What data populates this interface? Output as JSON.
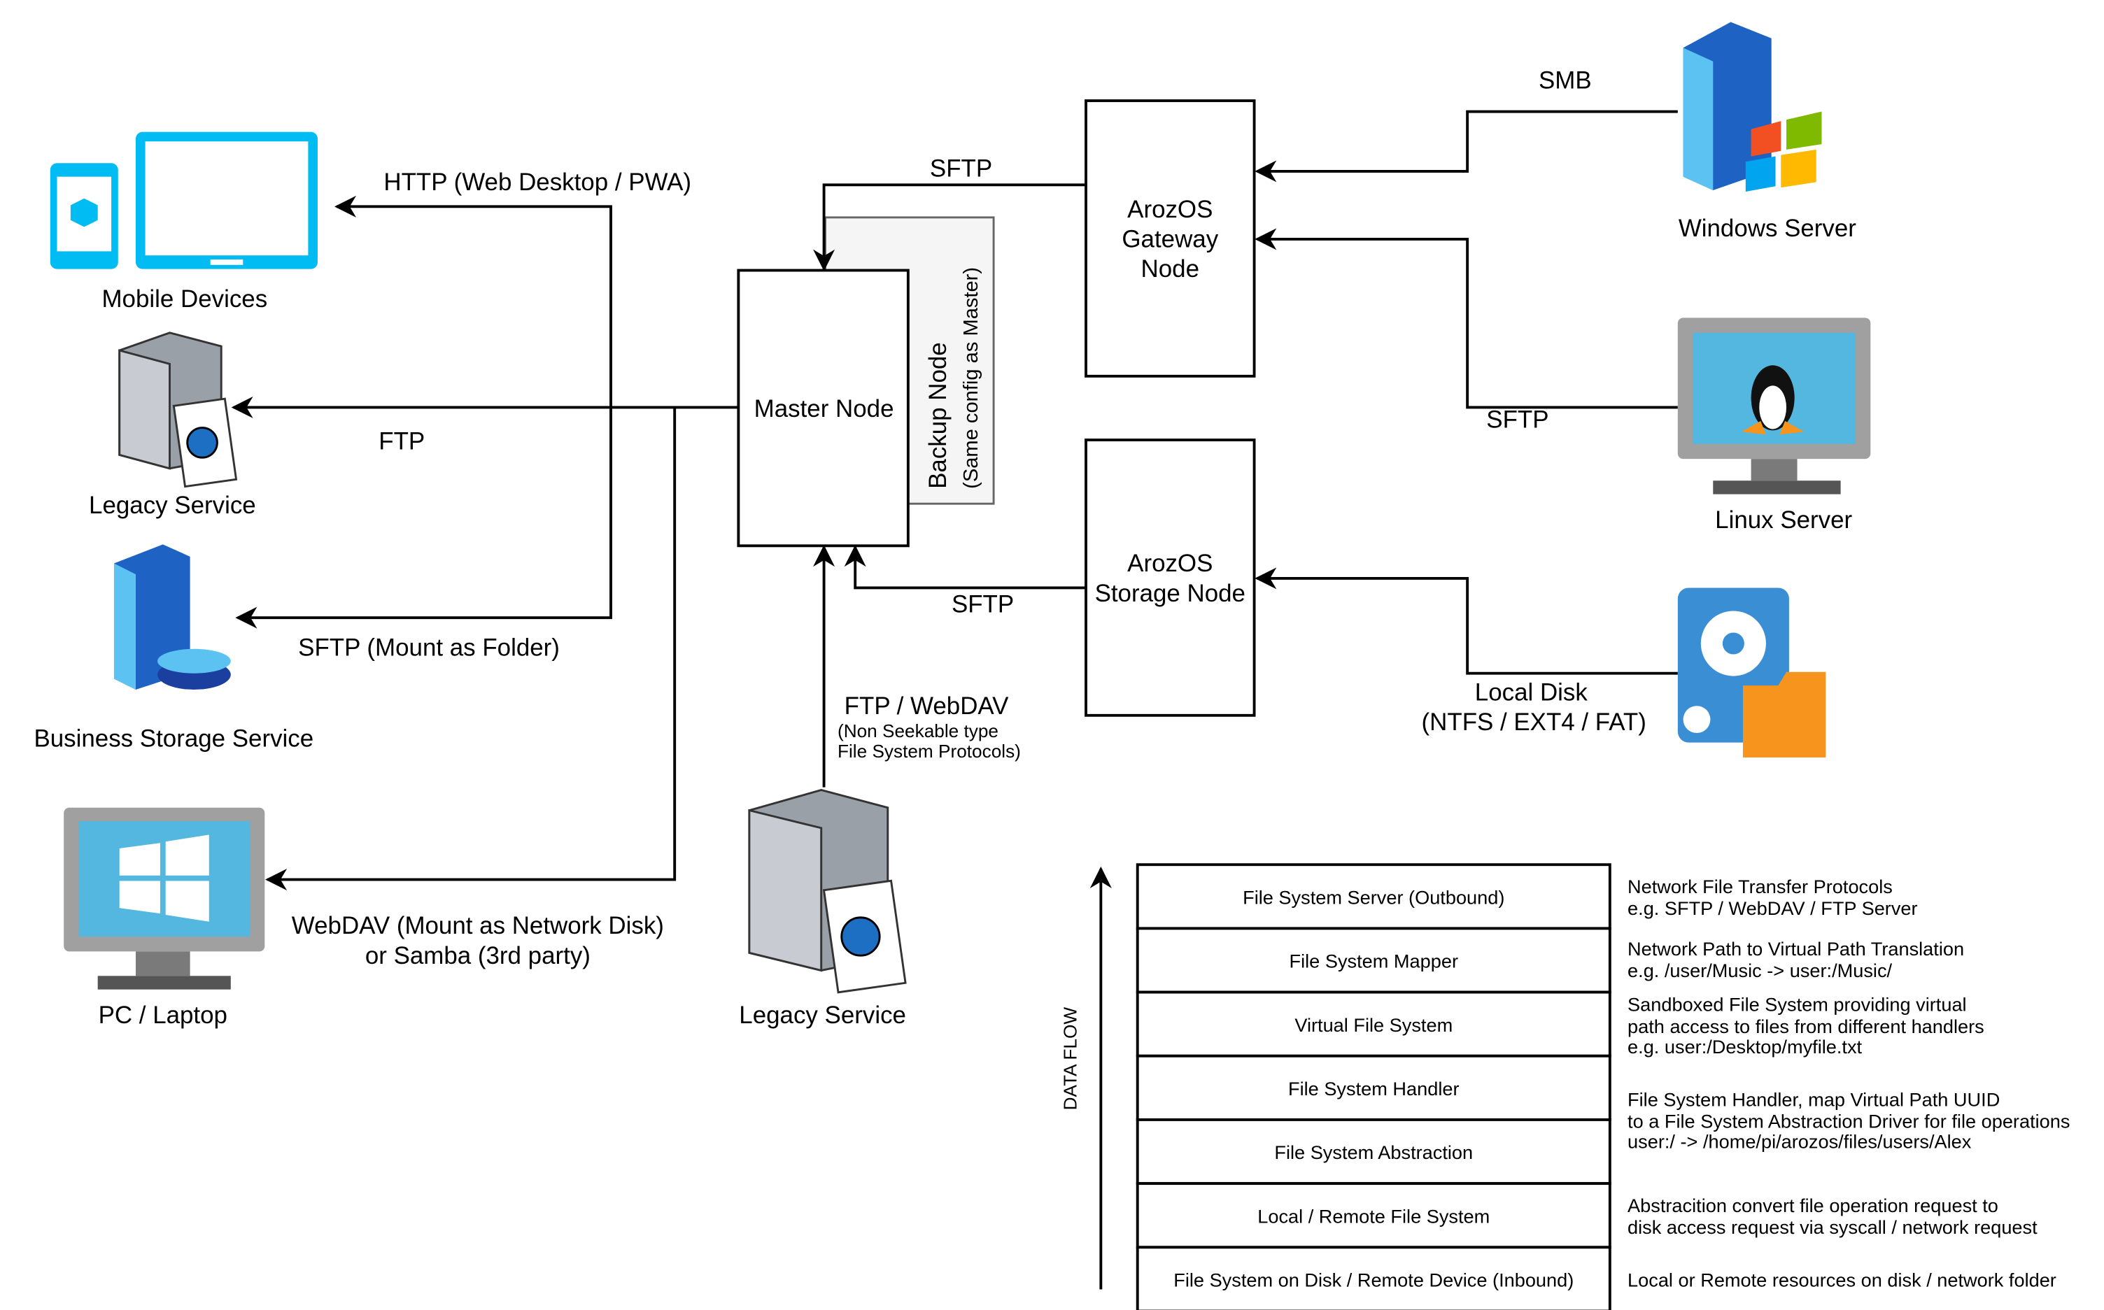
{
  "nodes": {
    "master": "Master Node",
    "backup_title": "Backup Node",
    "backup_sub": "(Same config as Master)",
    "gateway": [
      "ArozOS",
      "Gateway",
      "Node"
    ],
    "storage": [
      "ArozOS",
      "Storage Node"
    ]
  },
  "clients": {
    "mobile": "Mobile Devices",
    "legacy_left": "Legacy Service",
    "business": "Business Storage Service",
    "pc": "PC / Laptop",
    "legacy_bottom": "Legacy Service"
  },
  "servers": {
    "windows": "Windows Server",
    "linux": "Linux Server"
  },
  "protocols": {
    "http": "HTTP (Web Desktop / PWA)",
    "ftp": "FTP",
    "sftp_mount": "SFTP (Mount as Folder)",
    "webdav": [
      "WebDAV (Mount as Network Disk)",
      "or Samba (3rd party)"
    ],
    "sftp_gateway": "SFTP",
    "sftp_storage": "SFTP",
    "ftp_webdav": "FTP / WebDAV",
    "ftp_webdav_note": [
      "(Non Seekable type",
      "File System Protocols)"
    ],
    "smb": "SMB",
    "sftp_linux": "SFTP",
    "local_disk": [
      "Local Disk",
      "(NTFS / EXT4 / FAT)"
    ]
  },
  "data_flow_label": "DATA FLOW",
  "layers": [
    {
      "name": "File System Server (Outbound)"
    },
    {
      "name": "File System Mapper"
    },
    {
      "name": "Virtual File System"
    },
    {
      "name": "File System Handler"
    },
    {
      "name": "File System Abstraction"
    },
    {
      "name": "Local / Remote File System"
    },
    {
      "name": "File System on Disk / Remote Device (Inbound)"
    }
  ],
  "descriptions": [
    [
      "Network File Transfer Protocols",
      "e.g. SFTP / WebDAV / FTP Server"
    ],
    [
      "Network Path to Virtual Path Translation",
      "e.g. /user/Music -> user:/Music/"
    ],
    [
      "Sandboxed File System providing virtual",
      "path access to files from different handlers",
      "e.g. user:/Desktop/myfile.txt"
    ],
    [
      "File System Handler, map Virtual Path UUID",
      "to a File System Abstraction Driver for file operations",
      "user:/ -> /home/pi/arozos/files/users/Alex"
    ],
    [
      "Abstracition convert file operation request to",
      "disk access request via syscall / network request"
    ],
    [
      "Local or Remote resources on disk / network folder"
    ]
  ],
  "colors": {
    "azure": "#00BCF2",
    "backup_fill": "#F5F5F5",
    "backup_stroke": "#666666",
    "folder": "#F7941E",
    "disk": "#3A8FD4"
  },
  "icons": [
    "mobile-devices-icon",
    "server-icon",
    "storage-server-icon",
    "pc-monitor-windows-icon",
    "windows-server-icon",
    "linux-monitor-icon",
    "disk-folder-icon"
  ]
}
